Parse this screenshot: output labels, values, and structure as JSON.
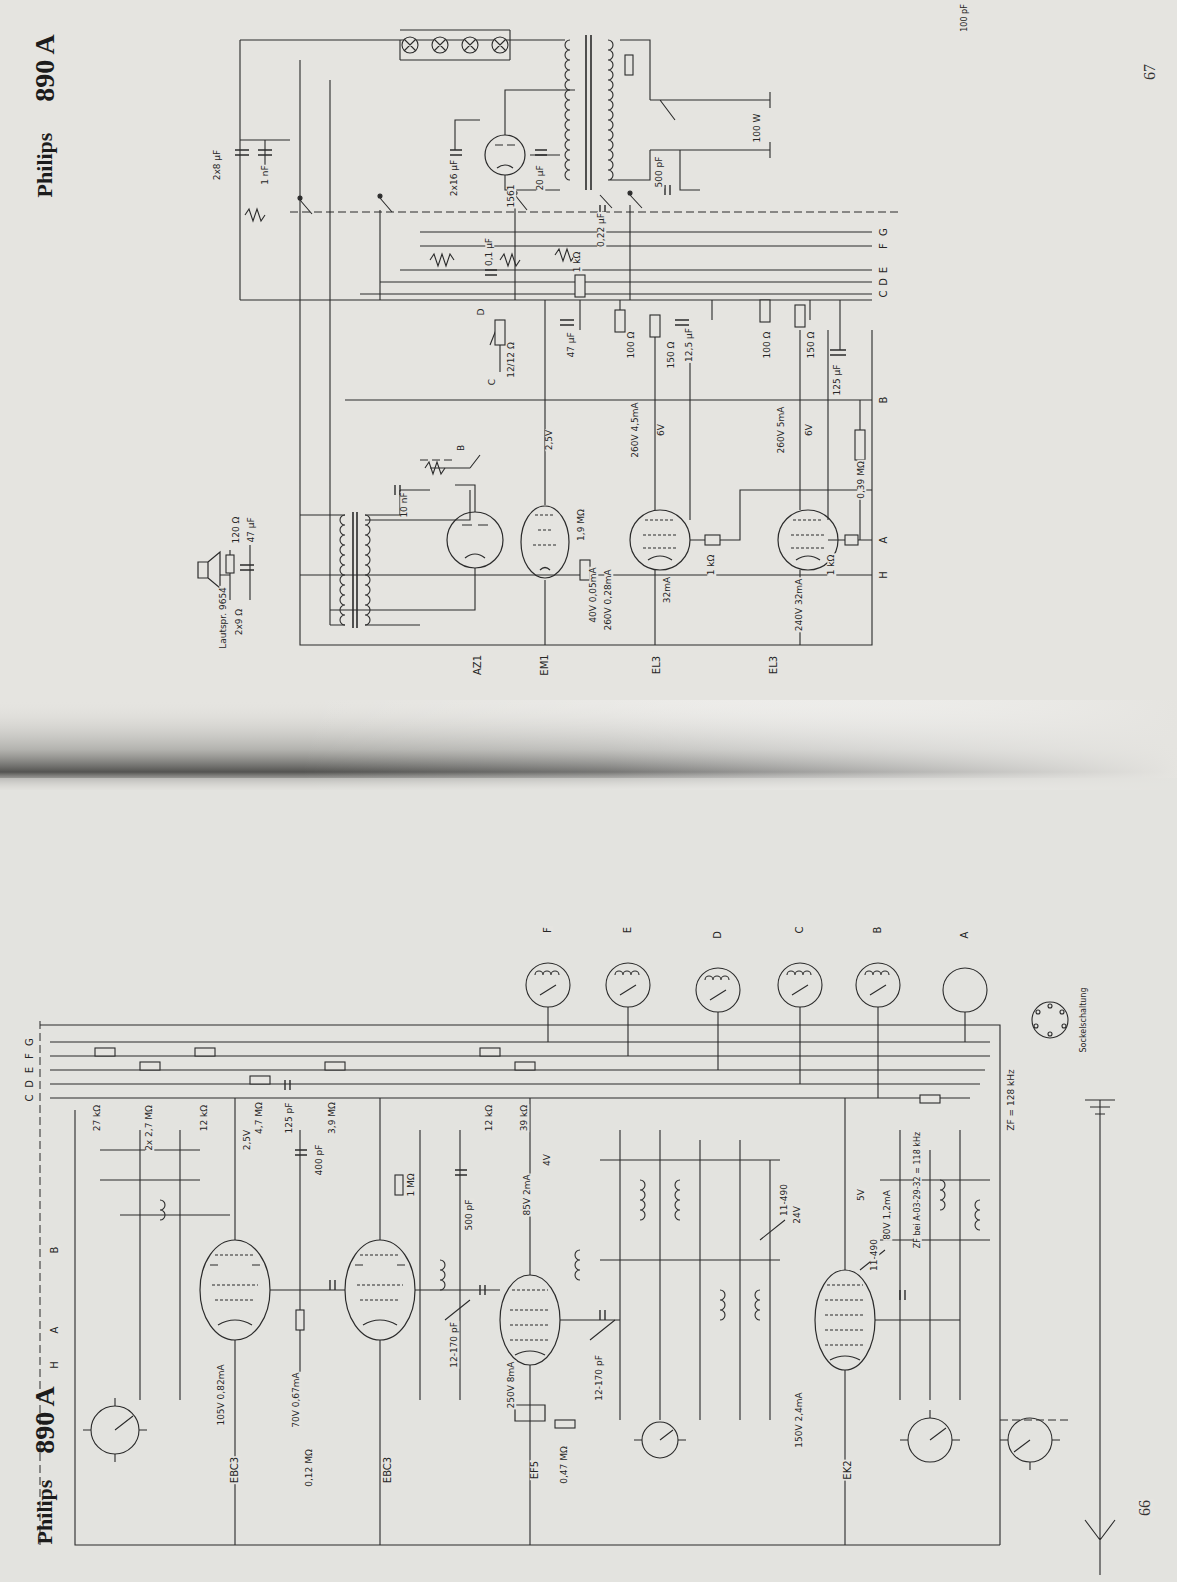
{
  "diagram": {
    "labels": [
      "Philips",
      "890 A",
      "67",
      "Lautspr. 9654",
      "2x9 Ω",
      "120 Ω",
      "47 μF",
      "10 nF",
      "B",
      "AZ1",
      "EM1",
      "EL3",
      "EL3",
      "2,5V",
      "1,9 MΩ",
      "40V 0,05mA",
      "260V 0,28mA",
      "260V 4,5mA",
      "6V",
      "32mA",
      "1 kΩ",
      "260V 5mA",
      "6V",
      "1 kΩ",
      "240V 32mA",
      "0,39 MΩ",
      "125 μF",
      "150 Ω",
      "100 Ω",
      "100 Ω",
      "150 Ω",
      "12,5 μF",
      "47 μF",
      "1 kΩ",
      "0,1 μF",
      "12/12 Ω",
      "C",
      "D",
      "A",
      "H",
      "B",
      "G",
      "F",
      "E",
      "D",
      "C",
      "500 pF",
      "0,22 μF",
      "100 W",
      "1561",
      "2x16 μF",
      "20 μF",
      "2x8 μF",
      "1 nF",
      "Philips",
      "890 A",
      "66",
      "EBC3",
      "EBC3",
      "EF5",
      "EK2",
      "105V 0,82mA",
      "70V 0,67mA",
      "0,12 MΩ",
      "250V 8mA",
      "0,47 MΩ",
      "150V 2,4mA",
      "80V 1,2mA",
      "5V",
      "24V",
      "85V 2mA",
      "4V",
      "2,5V",
      "ZF = 128 kHz",
      "ZF bei A-03-29-32 = 118 kHz",
      "Sockelschaltung",
      "F",
      "E",
      "D",
      "C",
      "B",
      "A",
      "G",
      "F",
      "E",
      "D",
      "C",
      "A",
      "H",
      "B",
      "27 kΩ",
      "2x 2,7 MΩ",
      "12 kΩ",
      "4,7 MΩ",
      "125 pF",
      "3,9 MΩ",
      "12 kΩ",
      "39 kΩ",
      "1 MΩ",
      "400 pF",
      "500 pF",
      "12-170 pF",
      "12-170 pF",
      "11-490",
      "11-490",
      "100 pF"
    ]
  }
}
